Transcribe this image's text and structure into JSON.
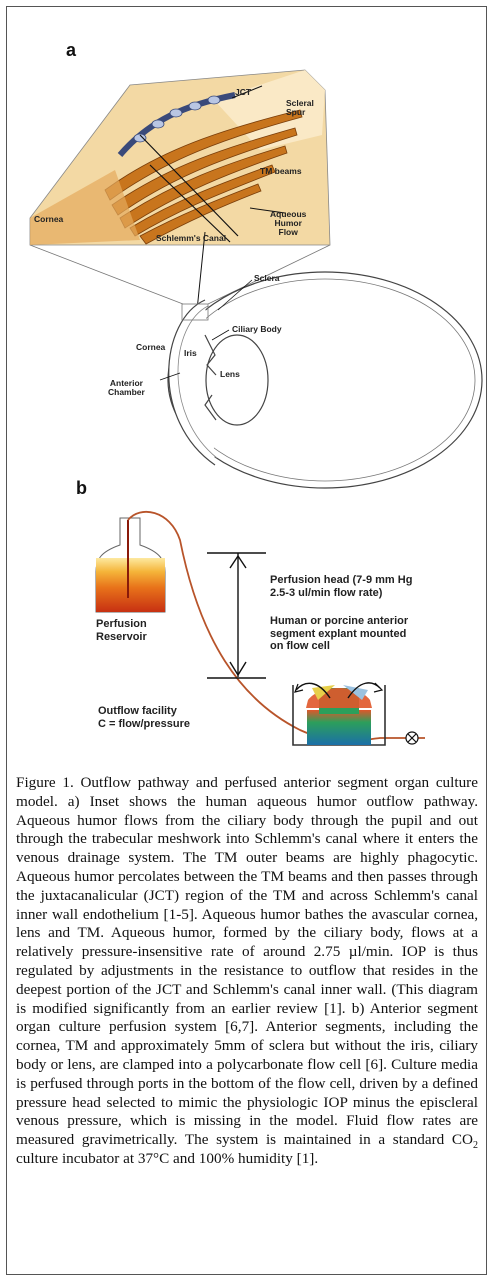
{
  "panel_a": {
    "label": "a",
    "labels": {
      "jct": "JCT",
      "scleral_spur": "Scleral\nSpur",
      "tm_beams": "TM beams",
      "aqueous_humor_flow": "Aqueous\nHumor\nFlow",
      "cornea_inset": "Cornea",
      "schlemms_canal": "Schlemm's Canal",
      "sclera": "Sclera",
      "ciliary_body": "Ciliary Body",
      "cornea_eye": "Cornea",
      "iris": "Iris",
      "lens": "Lens",
      "anterior_chamber": "Anterior\nChamber"
    }
  },
  "panel_b": {
    "label": "b",
    "labels": {
      "perfusion_head": "Perfusion head (7-9 mm Hg\n2.5-3 ul/min flow rate)",
      "explant": "Human or porcine anterior\nsegment explant mounted\non flow cell",
      "reservoir": "Perfusion\nReservoir",
      "outflow": "Outflow facility\nC = flow/pressure"
    }
  },
  "caption": {
    "figure_label": "Figure 1.",
    "text_part1": " Outflow pathway and perfused anterior segment organ culture model. a) Inset shows the human aqueous humor outflow pathway. Aqueous humor flows from the ciliary body through the pupil and out through the trabecular meshwork into Schlemm's canal where it enters the venous drainage system. The TM outer beams are highly phagocytic. Aqueous humor percolates between the TM beams and then passes through the juxtacanalicular (JCT) region of the TM and across Schlemm's canal inner wall endothelium [1-5]. Aqueous humor bathes the avascular cornea, lens and TM. Aqueous humor, formed by the ciliary body, flows at a relatively pressure-insensitive rate of around 2.75 µl/min. IOP is thus regulated by adjustments in the resistance to outflow that resides in the deepest portion of the JCT and Schlemm's canal inner wall. (This diagram is modified significantly from an earlier review [1]. b) Anterior segment organ culture perfusion system [6,7]. Anterior segments, including the cornea, TM and approximately 5mm of sclera but without the iris, ciliary body or lens, are clamped into a polycarbonate flow cell [6]. Culture media is perfused through ports in the bottom of the flow cell, driven by a defined pressure head selected to mimic the physiologic IOP minus the episcleral venous pressure, which is missing in the model. Fluid flow rates are measured gravimetrically. The system is maintained in a standard CO",
    "co2_sub": "2",
    "text_part2": " culture incubator at 37°C and 100% humidity [1]."
  }
}
